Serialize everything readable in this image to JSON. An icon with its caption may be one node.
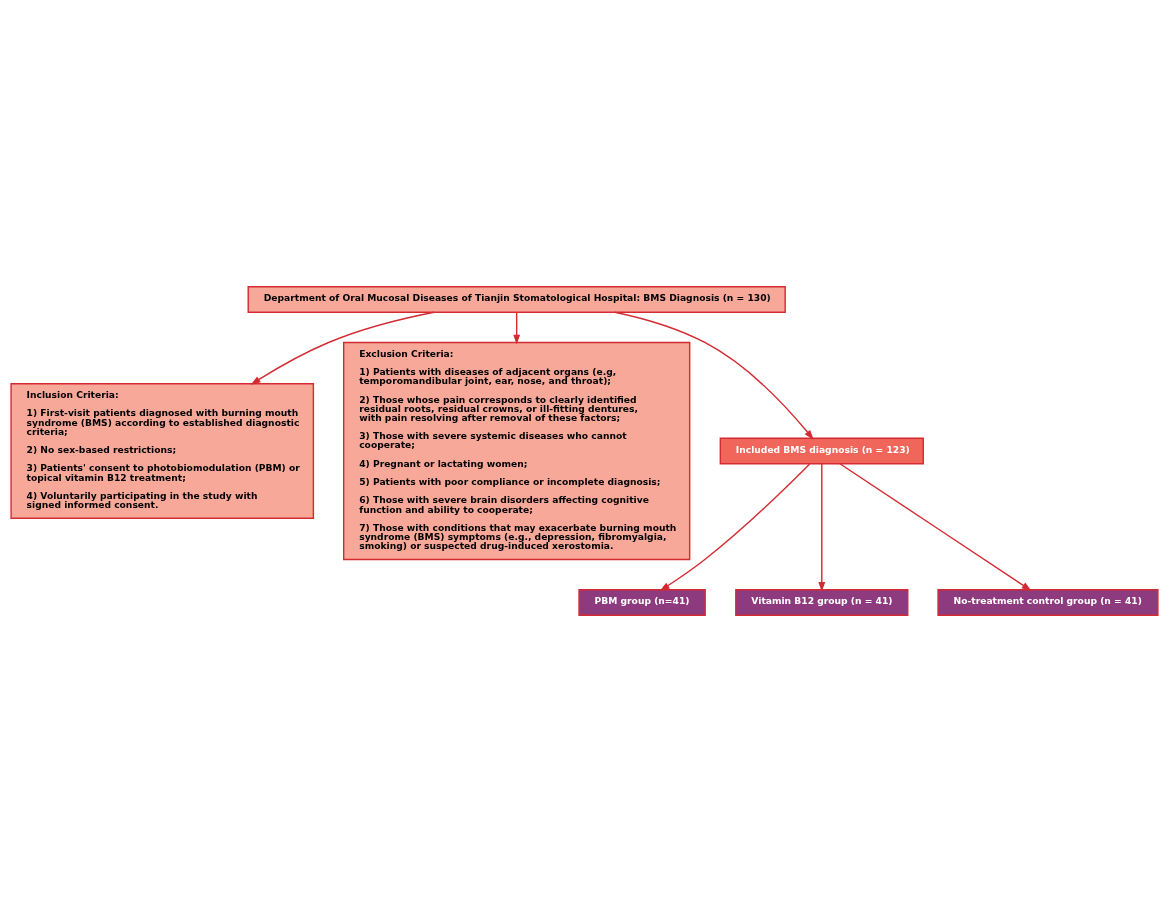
{
  "diagram": {
    "nodes": [
      {
        "text": [
          "Department of Oral Mucosal Diseases of Tianjin Stomatological Hospital: BMS Diagnosis (n = 130)"
        ]
      },
      {
        "text": [
          "Inclusion Criteria:",
          "1) First-visit patients diagnosed with burning mouth syndrome (BMS) according to established diagnostic criteria;",
          "2) No sex-based restrictions;",
          "3) Patients' consent to photobiomodulation (PBM) or topical vitamin B12 treatment;",
          "4) Voluntarily participating in the study with signed informed consent."
        ]
      },
      {
        "text": [
          "Exclusion Criteria:",
          "1) Patients with diseases of adjacent organs (e.g, temporomandibular joint, ear, nose, and throat);",
          "2) Those whose pain corresponds to clearly identified residual roots, residual crowns, or ill-fitting dentures, with pain resolving after removal of these factors;",
          "3) Those with severe systemic diseases who cannot cooperate;",
          "4) Pregnant or lactating women;",
          "5) Patients with poor compliance or incomplete diagnosis;",
          "6) Those with severe brain disorders affecting cognitive function and ability to cooperate;",
          "7) Those with conditions that may exacerbate burning mouth syndrome (BMS) symptoms (e.g., depression, fibromyalgia, smoking) or suspected drug-induced xerostomia."
        ]
      },
      {
        "text": [
          "Included BMS diagnosis (n = 123)"
        ]
      },
      {
        "text": [
          "PBM group (n=41)"
        ]
      },
      {
        "text": [
          "Vitamin B12 group (n = 41)"
        ]
      },
      {
        "text": [
          "No-treatment control group (n = 41)"
        ]
      }
    ],
    "edges": [
      {
        "from": 0,
        "to": 1,
        "arrow": "to"
      },
      {
        "from": 0,
        "to": 2,
        "arrow": "to"
      },
      {
        "from": 0,
        "to": 3,
        "arrow": "to"
      },
      {
        "from": 3,
        "to": 4,
        "arrow": "to"
      },
      {
        "from": 3,
        "to": 5,
        "arrow": "to"
      },
      {
        "from": 3,
        "to": 6,
        "arrow": "to"
      }
    ]
  }
}
